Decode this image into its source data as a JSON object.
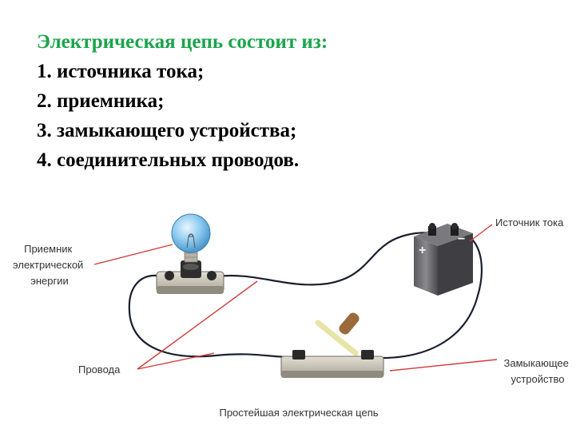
{
  "slide": {
    "heading": "Электрическая цепь состоит из:",
    "items": [
      "1. источника тока;",
      "2. приемника;",
      "3. замыкающего устройства;",
      "4. соединительных проводов."
    ]
  },
  "diagram": {
    "labels": {
      "receiver": [
        "Приемник",
        "электрической",
        "энергии"
      ],
      "source": "Источник тока",
      "wires": "Провода",
      "switch": [
        "Замыкающее",
        "устройство"
      ]
    },
    "battery_plus": "+",
    "battery_minus": "−",
    "caption": "Простейшая электрическая цепь"
  },
  "colors": {
    "heading": "#1aa54b",
    "leader_line": "#d33a3a",
    "wire": "#1a2030"
  }
}
